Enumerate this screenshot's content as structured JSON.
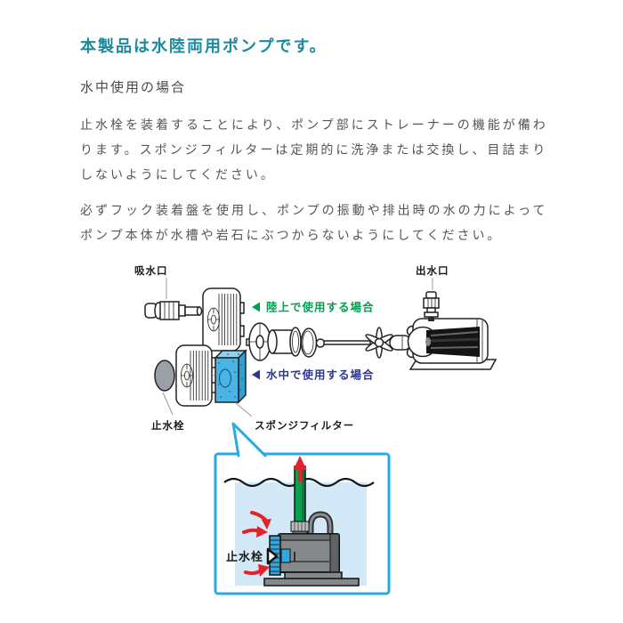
{
  "header": {
    "title": "本製品は水陸両用ポンプです。",
    "title_color": "#1d8a9d"
  },
  "section": {
    "heading": "水中使用の場合",
    "paragraph1": "止水栓を装着することにより、ポンプ部にストレーナーの機能が備わります。スポンジフィルターは定期的に洗浄または交換し、目詰まりしないようにしてください。",
    "paragraph2": "必ずフック装着盤を使用し、ポンプの振動や排出時の水の力によってポンプ本体が水槽や岩石にぶつからないようにしてください。"
  },
  "diagram": {
    "labels": {
      "intake": "吸水口",
      "outlet": "出水口",
      "stop_valve": "止水栓",
      "sponge_filter": "スポンジフィルター",
      "land_use": "陸上で使用する場合",
      "underwater_use": "水中で使用する場合"
    },
    "inset": {
      "stop_valve_label": "止水栓"
    },
    "colors": {
      "heading_teal": "#1d8a9d",
      "land_use_green": "#00a050",
      "underwater_use_navy": "#2b3690",
      "sponge_blue": "#4cb4e4",
      "inset_border_blue": "#29abe2",
      "water_blue": "#d4e9f7",
      "flow_arrow_red": "#e62129",
      "tube_green": "#0ba04f",
      "pump_gray": "#85898c"
    }
  }
}
